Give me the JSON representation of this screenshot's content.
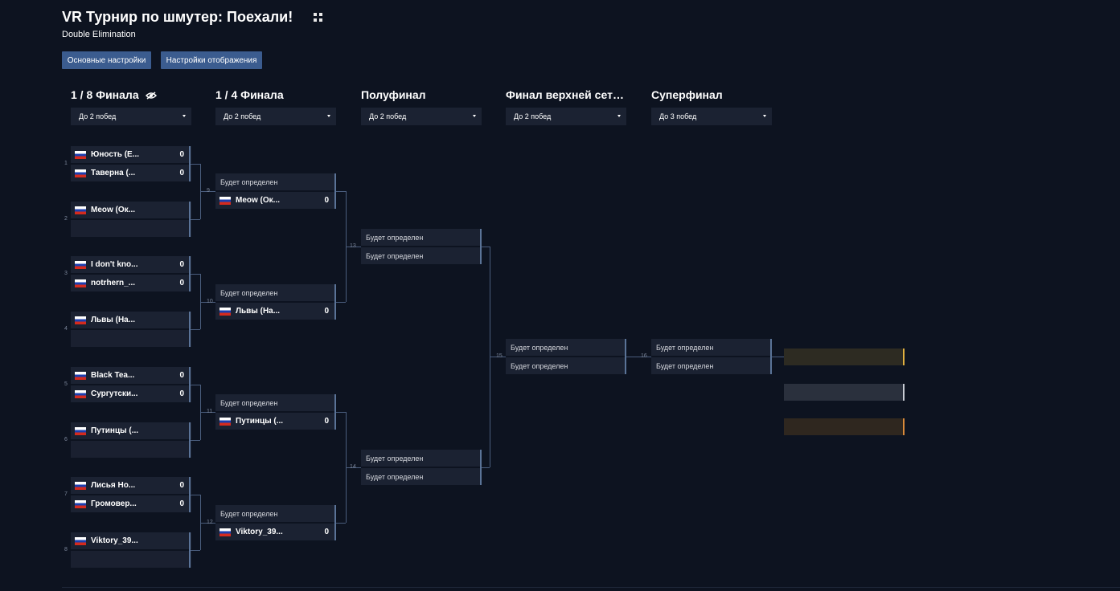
{
  "header": {
    "title": "VR Турнир по шмутер: Поехали!",
    "subtitle": "Double Elimination",
    "buttons": [
      "Основные настройки",
      "Настройки отображения"
    ]
  },
  "rounds": [
    {
      "title": "1 / 8 Финала",
      "format": "До 2 побед"
    },
    {
      "title": "1 / 4 Финала",
      "format": "До 2 побед"
    },
    {
      "title": "Полуфинал",
      "format": "До 2 побед"
    },
    {
      "title": "Финал верхней сетки",
      "format": "До 2 побед"
    },
    {
      "title": "Суперфинал",
      "format": "До 3 побед"
    }
  ],
  "tbd_label": "Будет определен",
  "round1_matches": [
    {
      "number": "1",
      "teams": [
        {
          "name": "Юность (Е...",
          "score": "0"
        },
        {
          "name": "Таверна (...",
          "score": "0"
        }
      ]
    },
    {
      "number": "2",
      "teams": [
        {
          "name": "Meow (Ок...",
          "score": ""
        },
        null
      ]
    },
    {
      "number": "3",
      "teams": [
        {
          "name": "I don't kno...",
          "score": "0"
        },
        {
          "name": "notrhern_...",
          "score": "0"
        }
      ]
    },
    {
      "number": "4",
      "teams": [
        {
          "name": "Львы (На...",
          "score": ""
        },
        null
      ]
    },
    {
      "number": "5",
      "teams": [
        {
          "name": "Black Tea...",
          "score": "0"
        },
        {
          "name": "Сургутски...",
          "score": "0"
        }
      ]
    },
    {
      "number": "6",
      "teams": [
        {
          "name": "Путинцы (...",
          "score": ""
        },
        null
      ]
    },
    {
      "number": "7",
      "teams": [
        {
          "name": "Лисья Но...",
          "score": "0"
        },
        {
          "name": "Громовер...",
          "score": "0"
        }
      ]
    },
    {
      "number": "8",
      "teams": [
        {
          "name": "Viktory_39...",
          "score": ""
        },
        null
      ]
    }
  ],
  "round2_matches": [
    {
      "number": "9",
      "team": {
        "name": "Meow (Ок...",
        "score": "0"
      }
    },
    {
      "number": "10",
      "team": {
        "name": "Львы (На...",
        "score": "0"
      }
    },
    {
      "number": "11",
      "team": {
        "name": "Путинцы (...",
        "score": "0"
      }
    },
    {
      "number": "12",
      "team": {
        "name": "Viktory_39...",
        "score": "0"
      }
    }
  ],
  "round3_matches": [
    {
      "number": "13"
    },
    {
      "number": "14"
    }
  ],
  "round4_matches": [
    {
      "number": "15"
    }
  ],
  "round5_matches": [
    {
      "number": "16"
    }
  ],
  "places": [
    {
      "color": "#e0b040",
      "bg": "#2d2b22"
    },
    {
      "color": "#c8ccd4",
      "bg": "#2a303d"
    },
    {
      "color": "#d98a3a",
      "bg": "#2f271f"
    }
  ]
}
